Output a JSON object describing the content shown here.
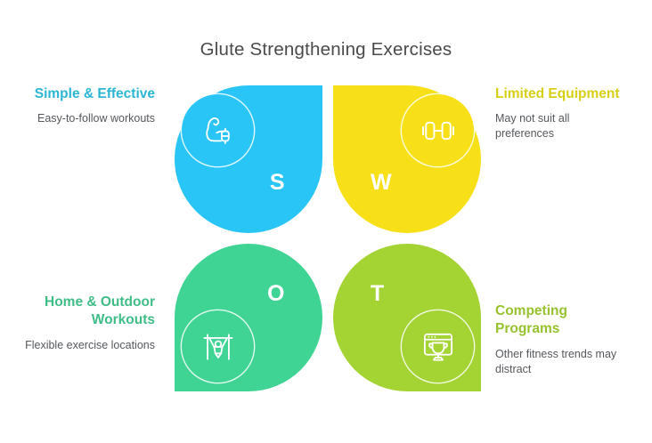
{
  "title": "Glute Strengthening Exercises",
  "colors": {
    "background": "#ffffff",
    "title_text": "#4a4a4a",
    "body_text": "#55585c",
    "strengths": "#29c5f6",
    "weaknesses": "#f7e018",
    "opportunities": "#3fd494",
    "threats": "#a4d334",
    "strengths_heading": "#2bb6d4",
    "weaknesses_heading": "#d6cf14",
    "opportunities_heading": "#3fbd86",
    "threats_heading": "#97c22e"
  },
  "quadrants": [
    {
      "key": "S",
      "letter": "S",
      "heading": "Simple & Effective",
      "subtext": "Easy-to-follow workouts",
      "icon": "flexed-biceps-icon",
      "color": "#29c5f6",
      "position": "top-left"
    },
    {
      "key": "W",
      "letter": "W",
      "heading": "Limited Equipment",
      "subtext": "May not suit all preferences",
      "icon": "dumbbell-icon",
      "color": "#f7e018",
      "position": "top-right"
    },
    {
      "key": "O",
      "letter": "O",
      "heading": "Home & Outdoor Workouts",
      "subtext": "Flexible exercise locations",
      "icon": "pull-up-person-icon",
      "color": "#3fd494",
      "position": "bottom-left"
    },
    {
      "key": "T",
      "letter": "T",
      "heading": "Competing Programs",
      "subtext": "Other fitness trends may distract",
      "icon": "browser-trophy-icon",
      "color": "#a4d334",
      "position": "bottom-right"
    }
  ]
}
